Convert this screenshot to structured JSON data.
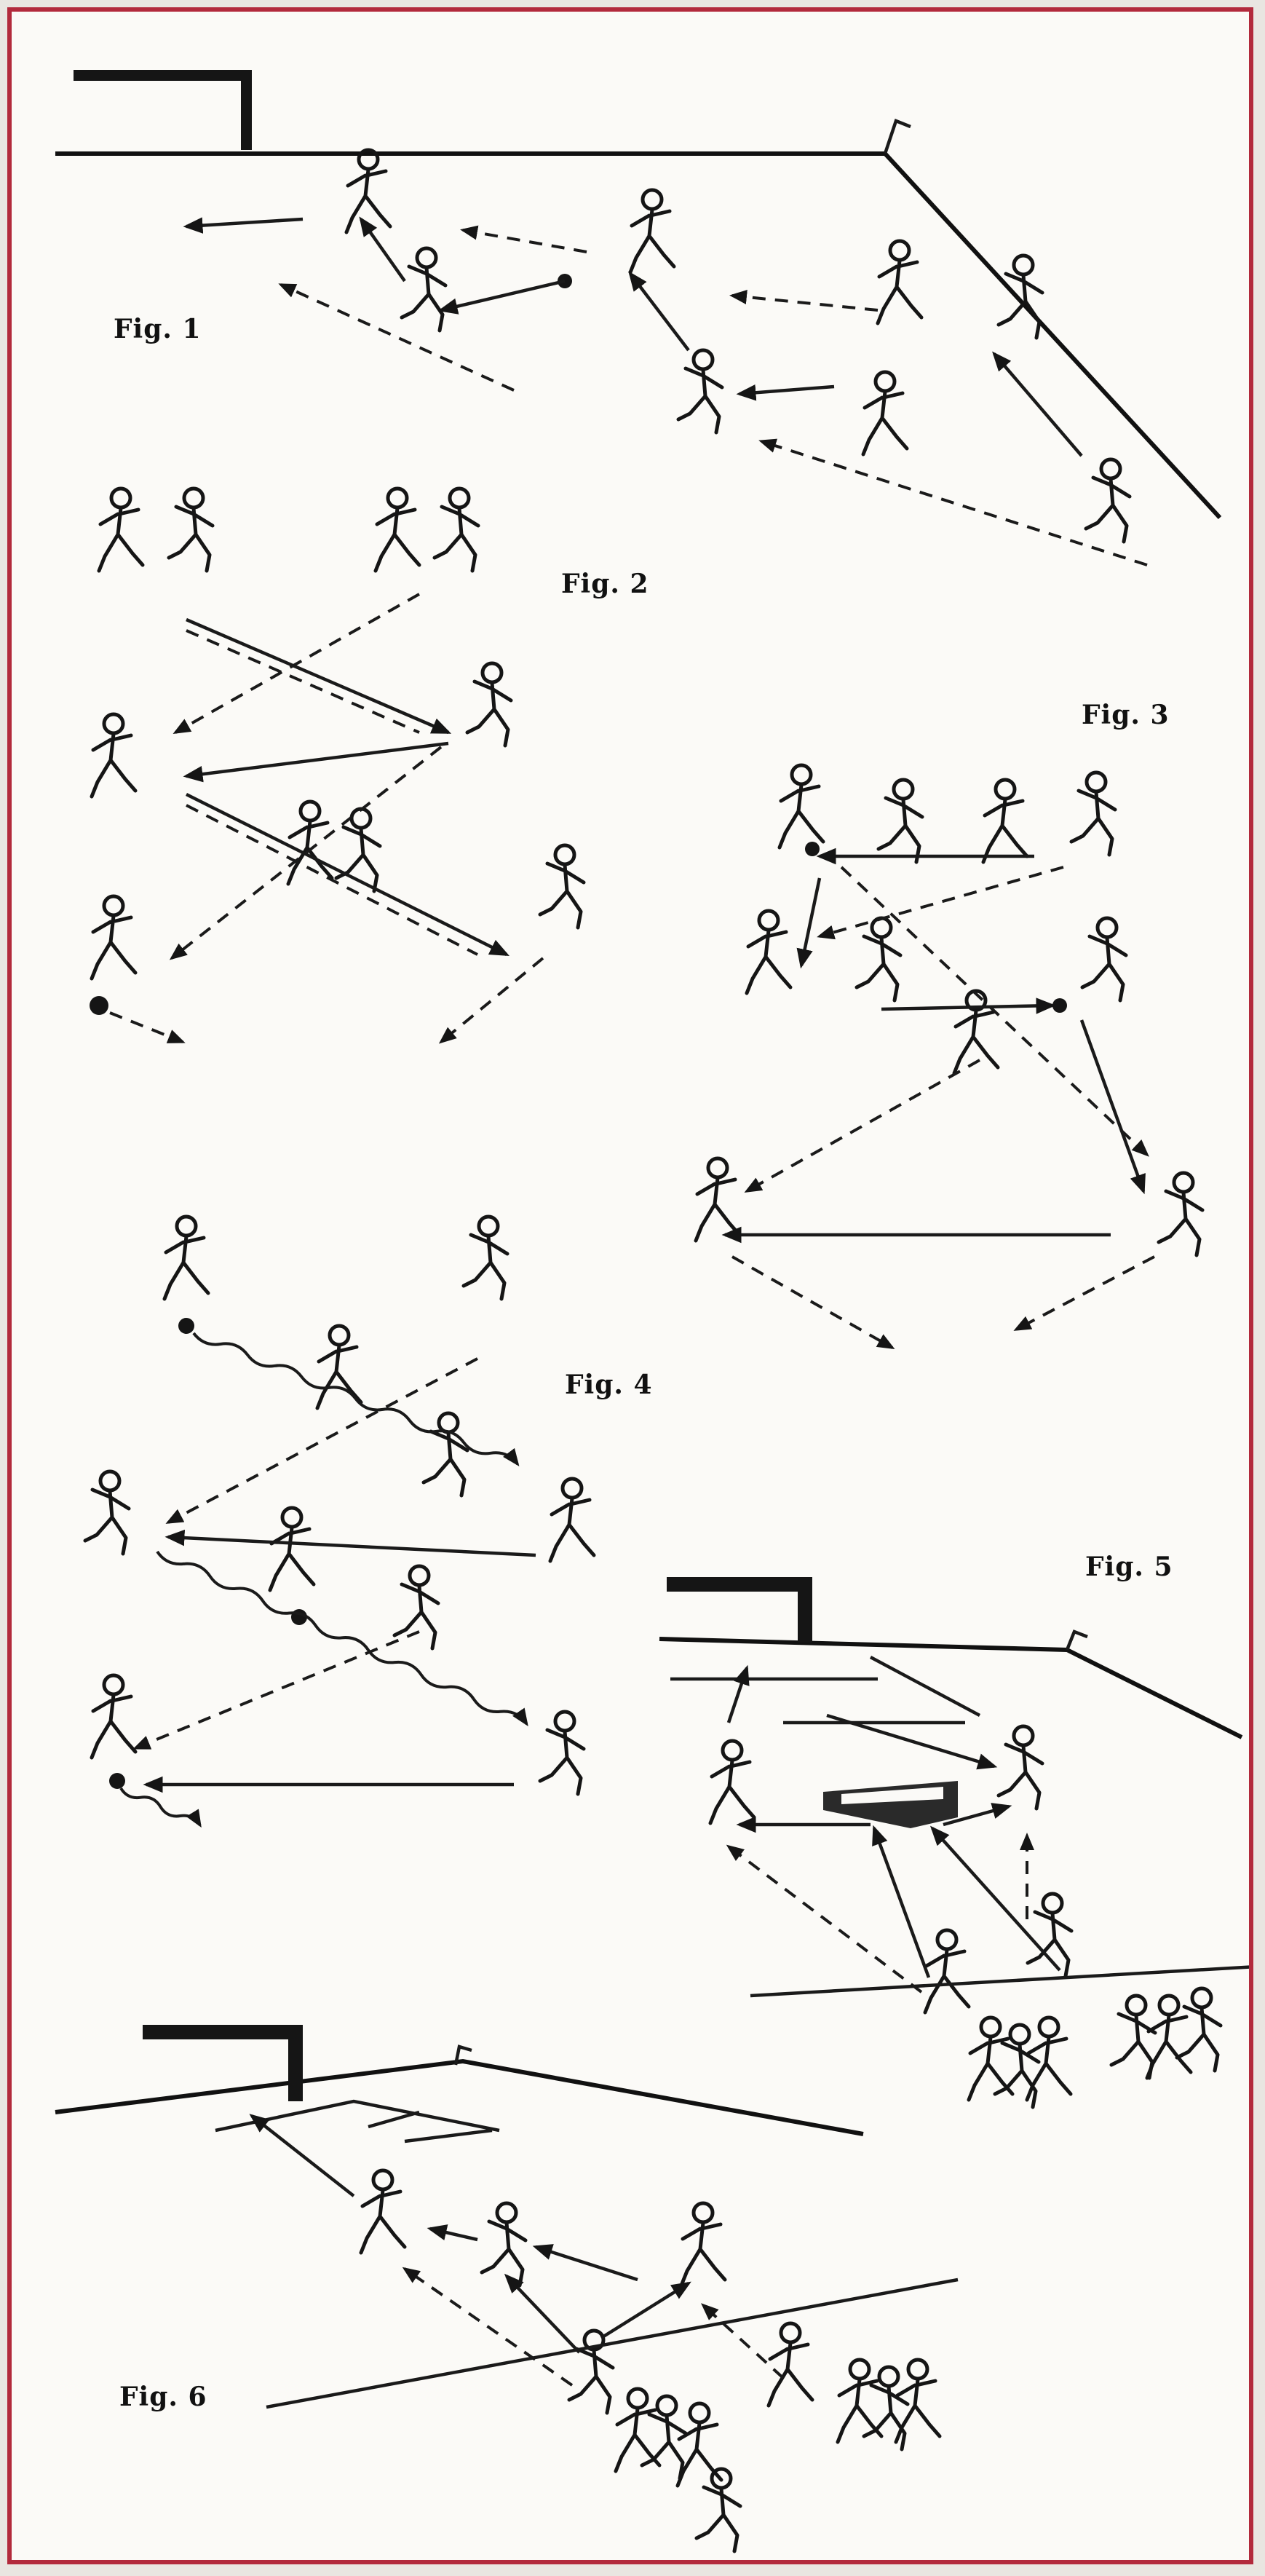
{
  "figures": [
    {
      "label": "Fig. 1"
    },
    {
      "label": "Fig. 2"
    },
    {
      "label": "Fig. 3"
    },
    {
      "label": "Fig. 4"
    },
    {
      "label": "Fig. 5"
    },
    {
      "label": "Fig. 6"
    }
  ],
  "colors": {
    "frame": "#b22a3c",
    "ink": "#151515",
    "paper": "#fbfaf7"
  },
  "legend_lines": [
    "solid-arrow",
    "dashed-arrow",
    "wavy-dribble"
  ]
}
